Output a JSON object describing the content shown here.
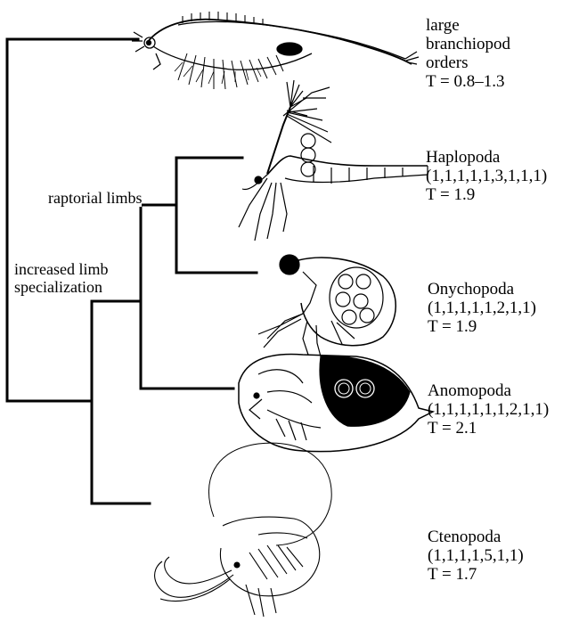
{
  "taxa": [
    {
      "id": "large-branchiopod",
      "lines": [
        "large",
        "branchiopod",
        "orders",
        "T = 0.8–1.3"
      ]
    },
    {
      "id": "haplopoda",
      "lines": [
        "Haplopoda",
        "(1,1,1,1,1,3,1,1,1)",
        "T = 1.9"
      ]
    },
    {
      "id": "onychopoda",
      "lines": [
        "Onychopoda",
        "(1,1,1,1,1,2,1,1)",
        "T = 1.9"
      ]
    },
    {
      "id": "anomopoda",
      "lines": [
        "Anomopoda",
        "(1,1,1,1,1,1,2,1,1)",
        "T = 2.1"
      ]
    },
    {
      "id": "ctenopoda",
      "lines": [
        "Ctenopoda",
        "(1,1,1,1,5,1,1)",
        "T = 1.7"
      ]
    }
  ],
  "nodes": {
    "raptorial": "raptorial limbs",
    "increased": [
      "increased limb",
      "specialization"
    ]
  }
}
